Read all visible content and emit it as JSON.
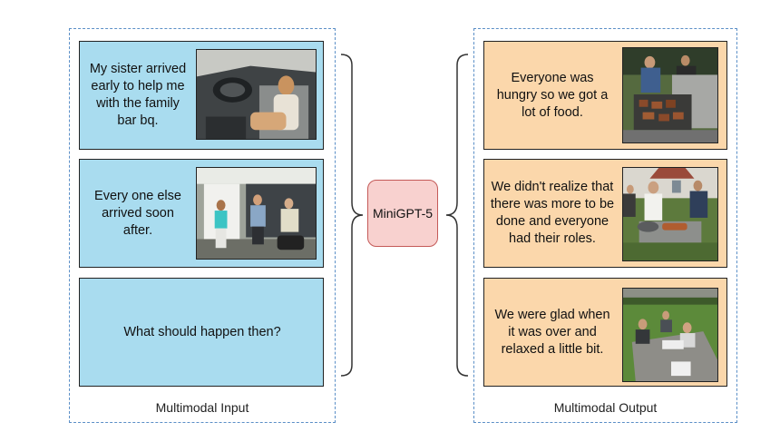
{
  "input_panel": {
    "label": "Multimodal Input",
    "cards": [
      {
        "text": "My sister arrived early to help me with the family bar bq.",
        "image": "woman-in-car-photo"
      },
      {
        "text": "Every one else arrived soon after.",
        "image": "people-in-garage-photo"
      },
      {
        "text": "What should happen then?"
      }
    ]
  },
  "model": {
    "label": "MiniGPT-5"
  },
  "output_panel": {
    "label": "Multimodal Output",
    "cards": [
      {
        "text": "Everyone was hungry so we got a lot of food.",
        "image": "grilling-food-photo"
      },
      {
        "text": "We didn't realize that there was more to be done and everyone had their roles.",
        "image": "backyard-grill-photo"
      },
      {
        "text": "We were glad when it was over and relaxed a little bit.",
        "image": "patio-relaxing-photo"
      }
    ]
  },
  "colors": {
    "input_card": "#a9dcef",
    "output_card": "#fbd7ab",
    "model_box": "#f8d1cf",
    "model_border": "#c45a58",
    "panel_border": "#5b8fc7"
  }
}
